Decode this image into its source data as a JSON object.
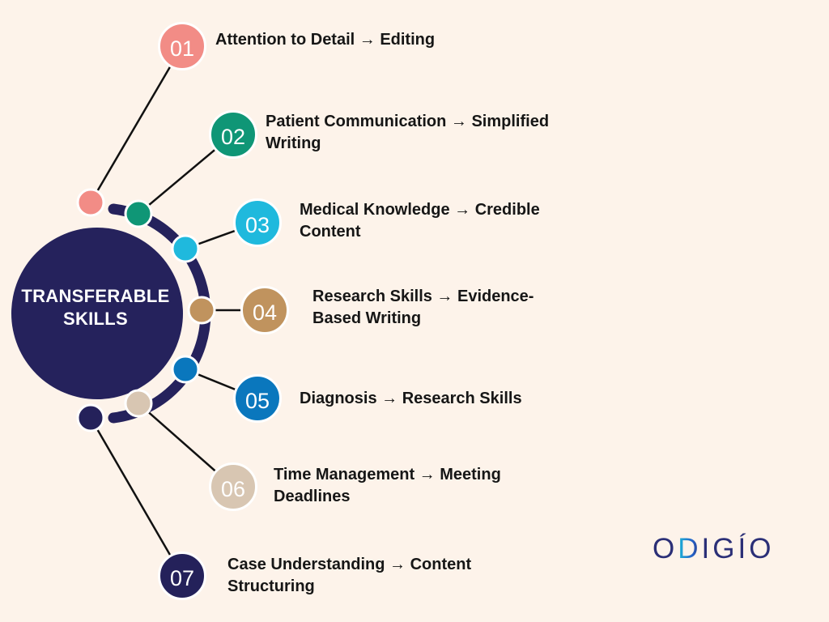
{
  "hub": {
    "title_line1": "TRANSFERABLE",
    "title_line2": "SKILLS",
    "color": "#25225c"
  },
  "items": [
    {
      "number": "01",
      "label": "Attention to Detail → Editing",
      "color": "#f28c86"
    },
    {
      "number": "02",
      "label": "Patient Communication → Simplified Writing",
      "color": "#0f9676"
    },
    {
      "number": "03",
      "label": "Medical Knowledge → Credible Content",
      "color": "#1fb9dd"
    },
    {
      "number": "04",
      "label": "Research Skills → Evidence-Based Writing",
      "color": "#c0935e"
    },
    {
      "number": "05",
      "label": "Diagnosis → Research Skills",
      "color": "#0a77bd"
    },
    {
      "number": "06",
      "label": "Time Management → Meeting Deadlines",
      "color": "#d8c6b2"
    },
    {
      "number": "07",
      "label": "Case Understanding → Content Structuring",
      "color": "#24215a"
    }
  ],
  "logo": {
    "before": "O",
    "accent": "D",
    "after": "IGÍO",
    "color": "#2b2f77"
  }
}
